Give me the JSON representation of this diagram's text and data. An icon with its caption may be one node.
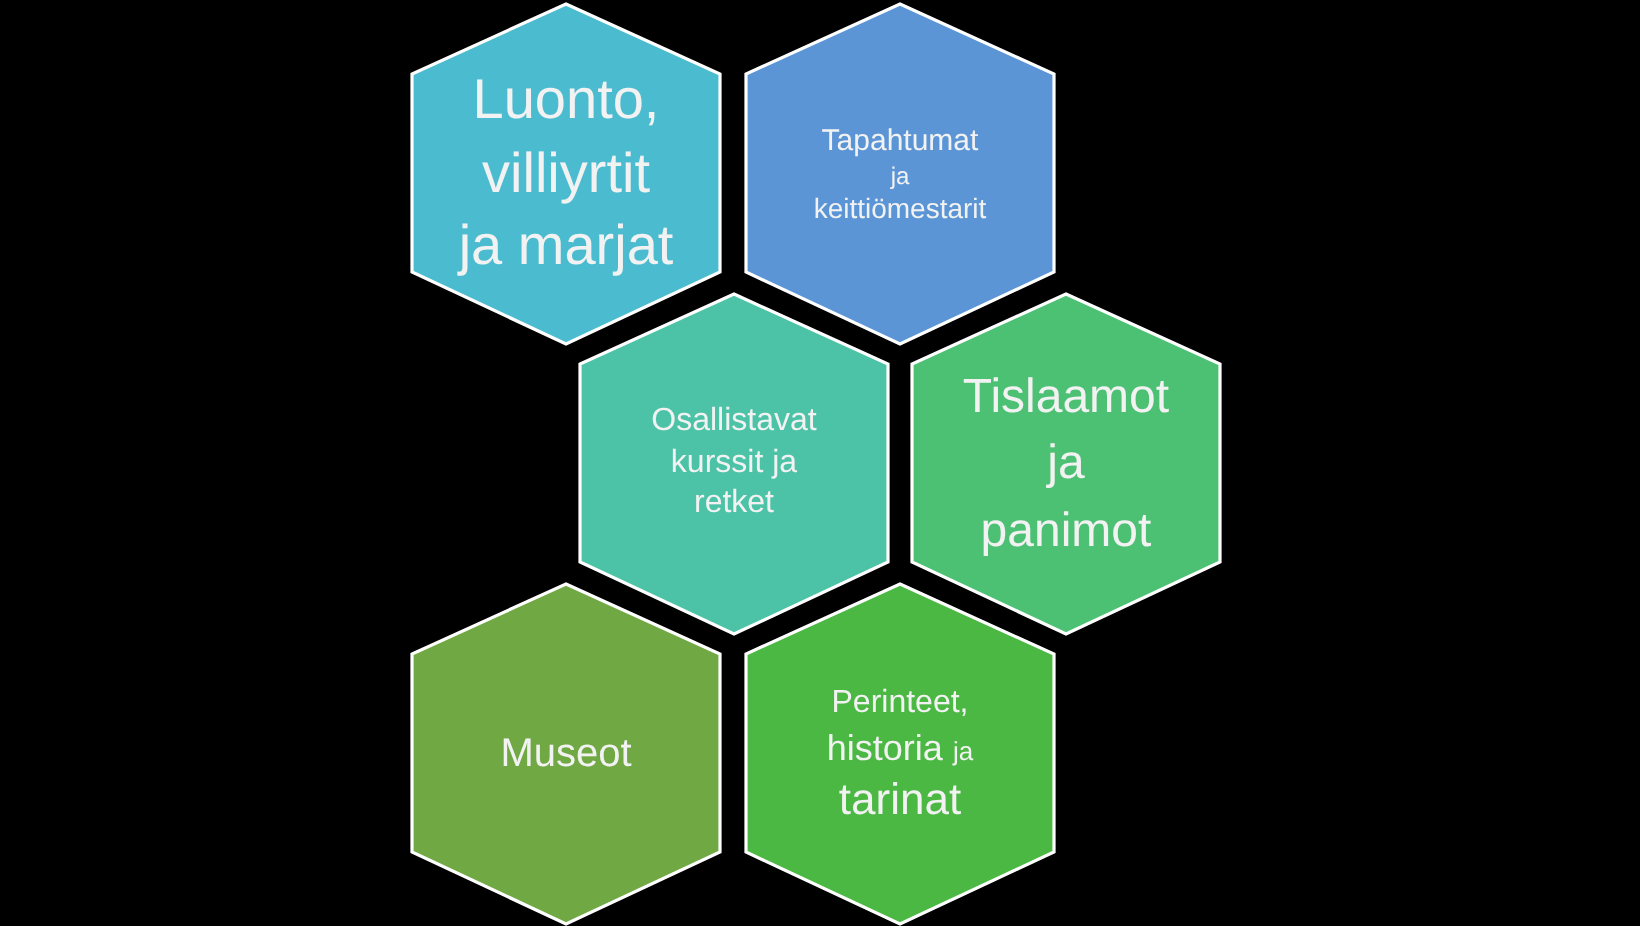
{
  "diagram": {
    "nodes": [
      {
        "text": [
          "Luonto, villiyrtit ja marjat"
        ]
      },
      {
        "text": [
          "Tapahtumat ja keittiömestarit"
        ]
      },
      {
        "text": [
          "Osallistavat kurssit ja retket"
        ]
      },
      {
        "text": [
          "Tislaamot ja panimot"
        ]
      },
      {
        "text": [
          "Museot"
        ]
      },
      {
        "text": [
          "Perinteet, historia ja tarinat"
        ]
      }
    ]
  }
}
